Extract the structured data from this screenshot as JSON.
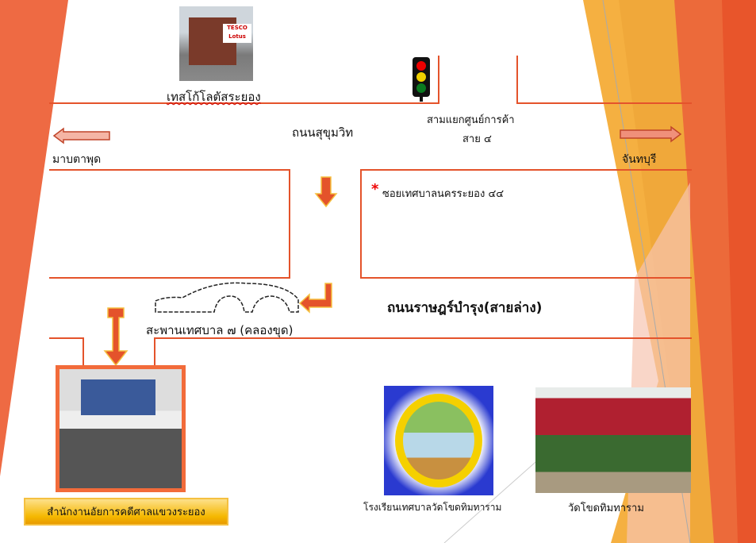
{
  "landmarks": {
    "tesco": "เทสโก้โลตัสระยอง",
    "junction_line1": "สามแยกศูนย์การค้า",
    "junction_line2": "สาย ๔",
    "sukhumvit": "ถนนสุขุมวิท",
    "left_direction": "มาบตาพุด",
    "right_direction": "จันทบุรี",
    "soi": "ซอยเทศบาลนครระยอง ๔๔",
    "soi_marker": "*",
    "ratbamrung": "ถนนราษฎร์บำรุง(สายล่าง)",
    "bridge": "สะพานเทศบาล ๗ (คลองขุด)",
    "office": "สำนักงานอัยการคดีศาลแขวงระยอง",
    "school": "โรงเรียนเทศบาลวัดโขดทิมทาราม",
    "temple": "วัดโขดทิมทาราม",
    "tesco_sign": "TESCO Lotus"
  },
  "colors": {
    "road": "#e4532b",
    "accent_orange": "#f26b3a",
    "accent_yellow": "#f5b041"
  }
}
